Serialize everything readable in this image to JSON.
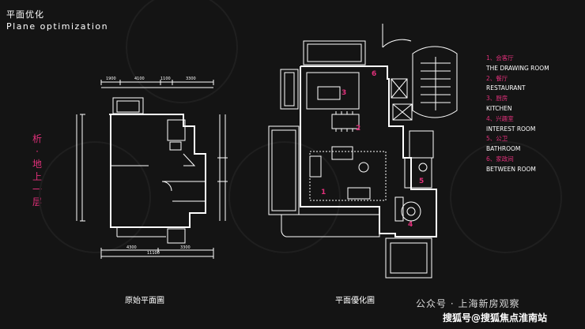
{
  "header": {
    "title_cn": "平面优化",
    "title_en": "Plane optimization"
  },
  "side_label": [
    "析",
    "·",
    "地",
    "上",
    "一",
    "层"
  ],
  "captions": {
    "original": "原始平面圖",
    "optimized": "平面優化圖"
  },
  "legend": [
    {
      "num": "1、会客厅",
      "en": "THE DRAWING ROOM"
    },
    {
      "num": "2、餐厅",
      "en": "RESTAURANT"
    },
    {
      "num": "3、厨房",
      "en": "KITCHEN"
    },
    {
      "num": "4、兴趣室",
      "en": "INTEREST ROOM"
    },
    {
      "num": "5、公卫",
      "en": "BATHROOM"
    },
    {
      "num": "6、家政间",
      "en": "BETWEEN ROOM"
    }
  ],
  "room_numbers": [
    "1",
    "2",
    "3",
    "4",
    "5",
    "6"
  ],
  "dims_top": [
    "1900",
    "4100",
    "1100",
    "3300"
  ],
  "dims_bottom": [
    "11100",
    "4300",
    "3300"
  ],
  "watermarks": {
    "source": "公众号 · 上海新房观察",
    "brand": "搜狐号@搜狐焦点淮南站"
  },
  "colors": {
    "accent": "#e0307a",
    "line": "#ffffff",
    "background": "#141414"
  }
}
